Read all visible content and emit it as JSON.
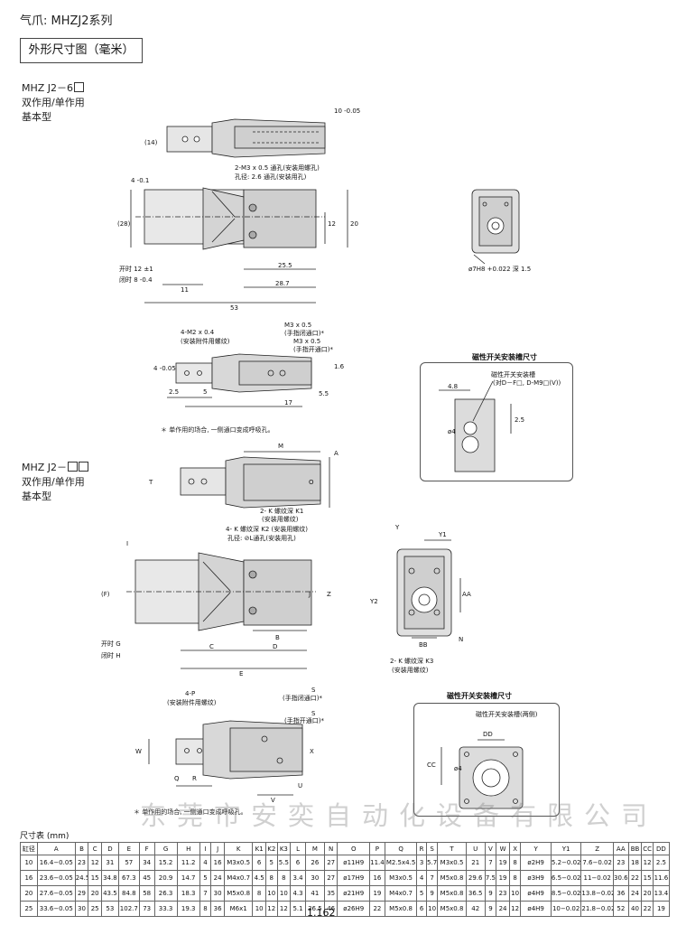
{
  "header": {
    "title": "气爪: MHZJ2系列",
    "section": "外形尺寸图（毫米）"
  },
  "model1": {
    "code": "MHZ J2－6",
    "line1": "双作用/单作用",
    "line2": "基本型"
  },
  "model2": {
    "code": "MHZ J2－",
    "line1": "双作用/单作用",
    "line2": "基本型"
  },
  "fig1": {
    "dims": [
      "(14)",
      "10 -0.05",
      "4 -0.1",
      "(28)",
      "开时 12 ±1",
      "闭时 8 -0.4",
      "11",
      "53",
      "25.5",
      "28.7",
      "12",
      "20",
      "2-M3 x 0.5 通孔(安装用螺孔)",
      "孔径: 2.6 通孔(安装用孔)",
      "ø7H8 +0.022 深 1.5"
    ]
  },
  "fig2": {
    "dims": [
      "4-M2 x 0.4",
      "(安装附件用螺纹)",
      "M3 x 0.5",
      "(手指闭通口)*",
      "M3 x 0.5",
      "(手指开通口)*",
      "4 -0.05",
      "1.6",
      "5.5",
      "2.5",
      "5",
      "17"
    ],
    "note": "＊ 单作用的场合, 一侧通口变成呼吸孔。"
  },
  "panel1": {
    "title": "磁性开关安装槽尺寸",
    "slot": "磁性开关安装槽",
    "slot_sub": "(对D－F□, D-M9□(V))",
    "d1": "4.8",
    "d2": "ø4",
    "d3": "2.5"
  },
  "fig3": {
    "labels": [
      "M",
      "A",
      "T",
      "O",
      "2- K 螺纹深 K1",
      "(安装用螺纹)"
    ]
  },
  "fig4": {
    "labels": [
      "4- K 螺纹深 K2 (安装用螺纹)",
      "孔径: ⊘L通孔(安装用孔)",
      "I",
      "(F)",
      "J",
      "Z",
      "B",
      "C",
      "D",
      "E",
      "开时 G",
      "闭时 H"
    ],
    "side": [
      "Y",
      "Y1",
      "Y2",
      "AA",
      "BB",
      "N",
      "2- K 螺纹深 K3",
      "(安装用螺纹)"
    ]
  },
  "fig5": {
    "labels": [
      "4-P",
      "(安装附件用螺纹)",
      "S",
      "(手指闭通口)*",
      "S",
      "(手指开通口)*",
      "W",
      "X",
      "Q",
      "R",
      "V",
      "U"
    ],
    "note": "＊ 单作用的场合, 一侧通口变成呼吸孔。"
  },
  "panel2": {
    "title": "磁性开关安装槽尺寸",
    "slot": "磁性开关安装槽(两侧)",
    "dd": "DD",
    "cc": "CC",
    "d": "ø4"
  },
  "table": {
    "title": "尺寸表 (mm)",
    "headers": [
      "缸径",
      "A",
      "B",
      "C",
      "D",
      "E",
      "F",
      "G",
      "H",
      "I",
      "J",
      "K",
      "K1",
      "K2",
      "K3",
      "L",
      "M",
      "N",
      "O",
      "P",
      "Q",
      "R",
      "S",
      "T",
      "U",
      "V",
      "W",
      "X",
      "Y",
      "Y1",
      "Z",
      "AA",
      "BB",
      "CC",
      "DD"
    ],
    "rows": [
      [
        "10",
        "16.4−0.05",
        "23",
        "12",
        "31",
        "57",
        "34",
        "15.2",
        "11.2",
        "4",
        "16",
        "M3x0.5",
        "6",
        "5",
        "5.5",
        "6",
        "26",
        "27",
        "ø11H9",
        "11.4",
        "M2.5x4.5",
        "3",
        "5.7",
        "M3x0.5",
        "21",
        "7",
        "19",
        "8",
        "ø2H9",
        "5.2−0.02",
        "7.6−0.02",
        "23",
        "18",
        "12",
        "2.5"
      ],
      [
        "16",
        "23.6−0.05",
        "24.5",
        "15",
        "34.8",
        "67.3",
        "45",
        "20.9",
        "14.7",
        "5",
        "24",
        "M4x0.7",
        "4.5",
        "8",
        "8",
        "3.4",
        "30",
        "27",
        "ø17H9",
        "16",
        "M3x0.5",
        "4",
        "7",
        "M5x0.8",
        "29.6",
        "7.5",
        "19",
        "8",
        "ø3H9",
        "6.5−0.02",
        "11−0.02",
        "30.6",
        "22",
        "15",
        "11.6"
      ],
      [
        "20",
        "27.6−0.05",
        "29",
        "20",
        "43.5",
        "84.8",
        "58",
        "26.3",
        "18.3",
        "7",
        "30",
        "M5x0.8",
        "8",
        "10",
        "10",
        "4.3",
        "41",
        "35",
        "ø21H9",
        "19",
        "M4x0.7",
        "5",
        "9",
        "M5x0.8",
        "36.5",
        "9",
        "23",
        "10",
        "ø4H9",
        "8.5−0.02",
        "13.8−0.02",
        "36",
        "24",
        "20",
        "13.4"
      ],
      [
        "25",
        "33.6−0.05",
        "30",
        "25",
        "53",
        "102.7",
        "73",
        "33.3",
        "19.3",
        "8",
        "36",
        "M6x1",
        "10",
        "12",
        "12",
        "5.1",
        "36.5",
        "46",
        "ø26H9",
        "22",
        "M5x0.8",
        "6",
        "10",
        "M5x0.8",
        "42",
        "9",
        "24",
        "12",
        "ø4H9",
        "10−0.02",
        "21.8−0.02",
        "52",
        "40",
        "22",
        "19"
      ]
    ]
  },
  "watermark": "东莞市安奕自动化设备有限公司",
  "page_number": "1.162"
}
